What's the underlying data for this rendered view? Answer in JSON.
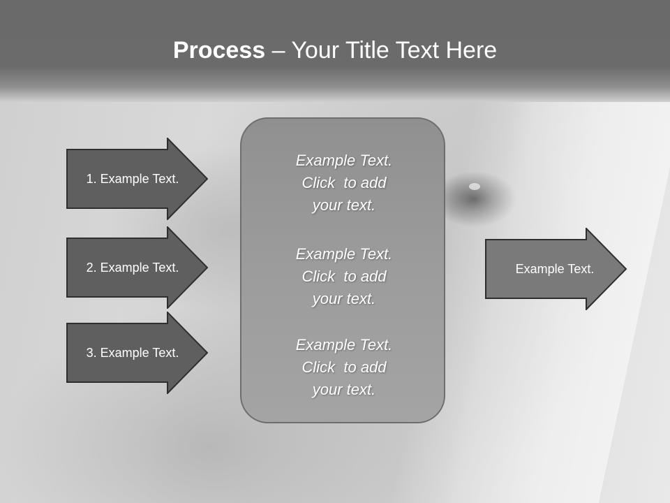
{
  "slide": {
    "title_strong": "Process",
    "title_rest": " – Your Title Text Here"
  },
  "inputs": [
    {
      "label": "1. Example Text."
    },
    {
      "label": "2. Example Text."
    },
    {
      "label": "3. Example Text."
    }
  ],
  "center": {
    "blocks": [
      {
        "line1": "Example Text.",
        "line2": "Click  to add",
        "line3": "your text."
      },
      {
        "line1": "Example Text.",
        "line2": "Click  to add",
        "line3": "your text."
      },
      {
        "line1": "Example Text.",
        "line2": "Click  to add",
        "line3": "your text."
      }
    ]
  },
  "output": {
    "label": "Example Text."
  },
  "colors": {
    "header": "#6b6b6b",
    "arrow_dark": "#5f5f5f",
    "arrow_output": "#7a7a7a",
    "panel": "#9c9c9c",
    "text": "#ffffff"
  }
}
